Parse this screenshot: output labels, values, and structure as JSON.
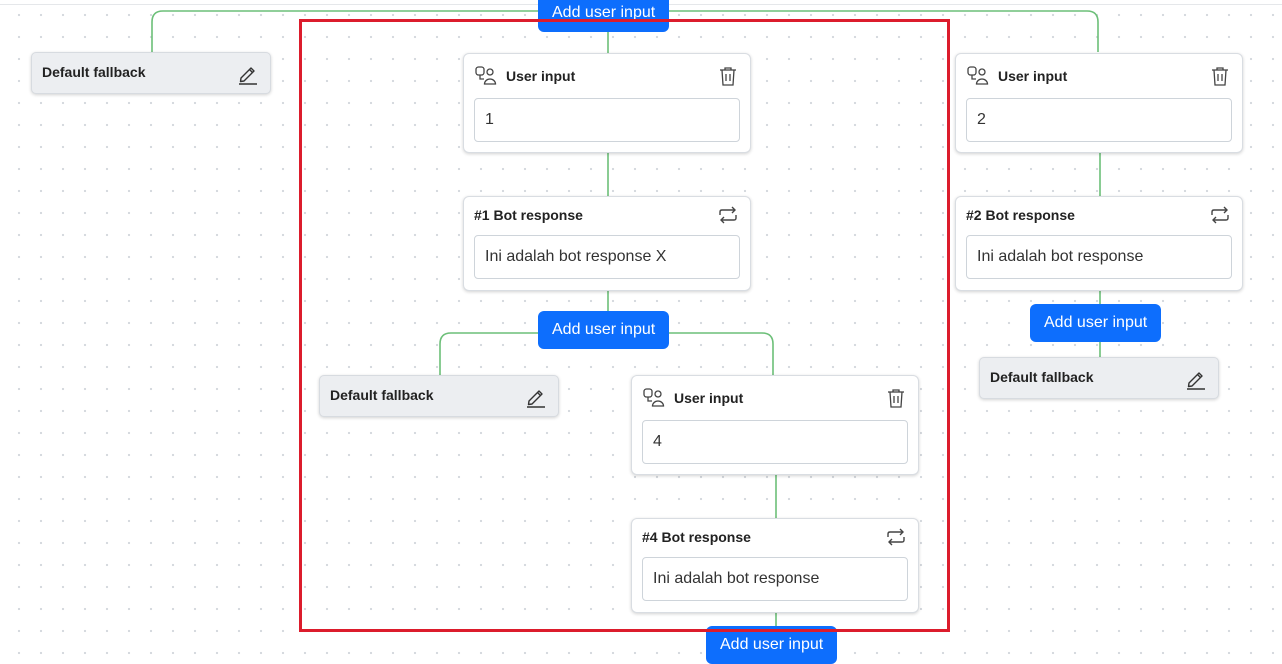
{
  "labels": {
    "add_user_input": "Add user input",
    "default_fallback": "Default fallback",
    "user_input": "User input"
  },
  "nodes": {
    "user_input_1": {
      "title": "User input",
      "value": "1"
    },
    "bot_response_1": {
      "title": "#1 Bot response",
      "value": "Ini adalah bot response X"
    },
    "user_input_2": {
      "title": "User input",
      "value": "2"
    },
    "bot_response_2": {
      "title": "#2 Bot response",
      "value": "Ini adalah bot response"
    },
    "user_input_4": {
      "title": "User input",
      "value": "4"
    },
    "bot_response_4": {
      "title": "#4 Bot response",
      "value": "Ini adalah bot response"
    }
  },
  "icons": {
    "user_input": "user-input-icon",
    "delete": "trash-icon",
    "bot_response": "repeat-icon",
    "edit": "pencil-icon"
  },
  "colors": {
    "button": "#0d6efd",
    "edge": "#6cbf78",
    "highlight": "#dc1c2c",
    "fallback_bg": "#eceef1"
  }
}
